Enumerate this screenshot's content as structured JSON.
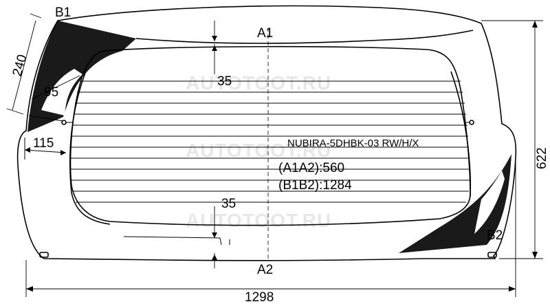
{
  "labels": {
    "a1": "A1",
    "a2": "A2",
    "b1": "B1",
    "b2": "B2",
    "top_gap": "35",
    "bottom_gap": "35",
    "dim_240": "240",
    "dim_95": "95",
    "dim_115": "115",
    "dim_622": "622",
    "dim_1298": "1298"
  },
  "spec": {
    "model": "NUBIRA-5DHBK-03 RW/H/X",
    "a1a2": "(A1A2):560",
    "b1b2": "(B1B2):1284"
  },
  "watermark": "AUTOTOOT.RU"
}
